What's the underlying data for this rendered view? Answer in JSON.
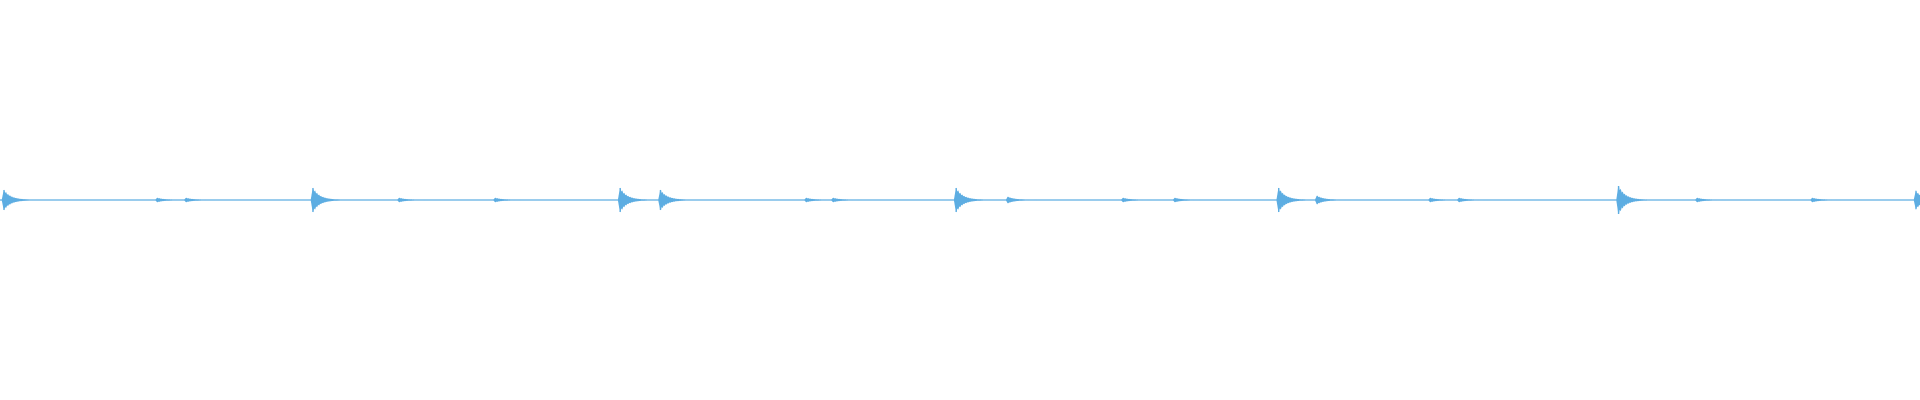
{
  "waveform": {
    "color": "#5dade2",
    "background": "#ffffff",
    "duration": 1,
    "baseline_level": 0.0,
    "transients": [
      {
        "t": 0.002,
        "amplitude": 0.05
      },
      {
        "t": 0.082,
        "amplitude": 0.01
      },
      {
        "t": 0.097,
        "amplitude": 0.01
      },
      {
        "t": 0.163,
        "amplitude": 0.06
      },
      {
        "t": 0.208,
        "amplitude": 0.01
      },
      {
        "t": 0.258,
        "amplitude": 0.01
      },
      {
        "t": 0.323,
        "amplitude": 0.06
      },
      {
        "t": 0.344,
        "amplitude": 0.05
      },
      {
        "t": 0.42,
        "amplitude": 0.01
      },
      {
        "t": 0.434,
        "amplitude": 0.01
      },
      {
        "t": 0.498,
        "amplitude": 0.06
      },
      {
        "t": 0.525,
        "amplitude": 0.015
      },
      {
        "t": 0.585,
        "amplitude": 0.01
      },
      {
        "t": 0.612,
        "amplitude": 0.01
      },
      {
        "t": 0.666,
        "amplitude": 0.06
      },
      {
        "t": 0.686,
        "amplitude": 0.02
      },
      {
        "t": 0.745,
        "amplitude": 0.01
      },
      {
        "t": 0.76,
        "amplitude": 0.01
      },
      {
        "t": 0.843,
        "amplitude": 0.07
      },
      {
        "t": 0.884,
        "amplitude": 0.01
      },
      {
        "t": 0.944,
        "amplitude": 0.01
      },
      {
        "t": 0.998,
        "amplitude": 0.045
      }
    ]
  }
}
